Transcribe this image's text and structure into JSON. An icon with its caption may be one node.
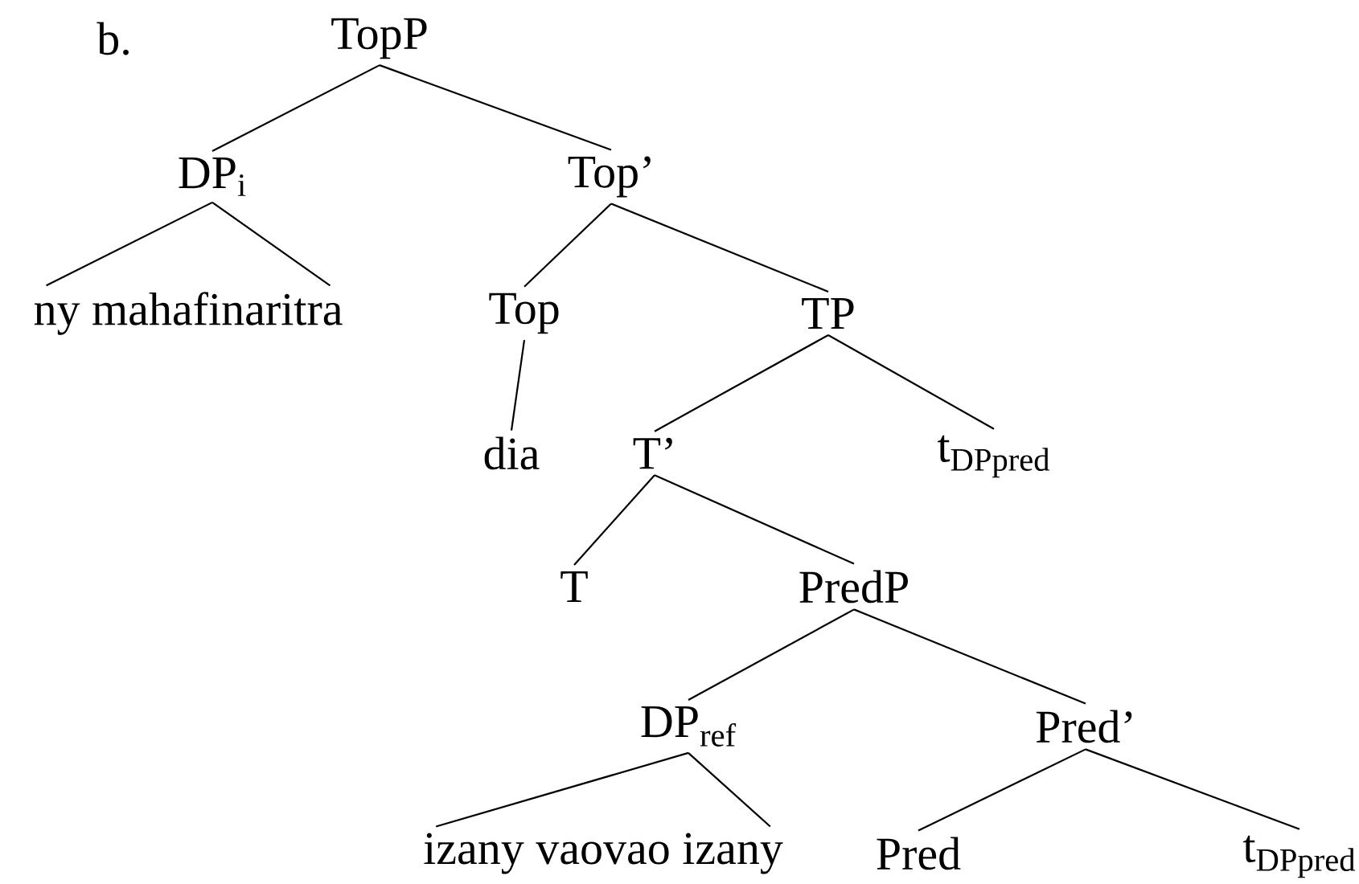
{
  "diagram": {
    "nodes": [
      {
        "text": [
          "TopP"
        ]
      },
      {
        "text": [
          "DP$_{i}$"
        ]
      },
      {
        "text": [
          "Top’"
        ]
      },
      {
        "text": [
          "ny mahafinaritra"
        ]
      },
      {
        "text": [
          "Top"
        ]
      },
      {
        "text": [
          "TP"
        ]
      },
      {
        "text": [
          "dia"
        ]
      },
      {
        "text": [
          "T’"
        ]
      },
      {
        "text": [
          "t$_{DPpred}$"
        ]
      },
      {
        "text": [
          "T"
        ]
      },
      {
        "text": [
          "PredP"
        ]
      },
      {
        "text": [
          "DP$_{ref}$"
        ]
      },
      {
        "text": [
          "Pred’"
        ]
      },
      {
        "text": [
          "izany vaovao izany"
        ]
      },
      {
        "text": [
          "Pred"
        ]
      },
      {
        "text": [
          "t$_{DPpred}$"
        ]
      }
    ],
    "edges": [
      {
        "from": 0,
        "to": 1,
        "arrow": "none"
      },
      {
        "from": 0,
        "to": 2,
        "arrow": "none"
      },
      {
        "from": 1,
        "to": 3,
        "arrow": "none"
      },
      {
        "from": 2,
        "to": 4,
        "arrow": "none"
      },
      {
        "from": 2,
        "to": 5,
        "arrow": "none"
      },
      {
        "from": 4,
        "to": 6,
        "arrow": "none"
      },
      {
        "from": 5,
        "to": 7,
        "arrow": "none"
      },
      {
        "from": 5,
        "to": 8,
        "arrow": "none"
      },
      {
        "from": 7,
        "to": 9,
        "arrow": "none"
      },
      {
        "from": 7,
        "to": 10,
        "arrow": "none"
      },
      {
        "from": 10,
        "to": 11,
        "arrow": "none"
      },
      {
        "from": 10,
        "to": 12,
        "arrow": "none"
      },
      {
        "from": 11,
        "to": 13,
        "arrow": "none"
      },
      {
        "from": 12,
        "to": 14,
        "arrow": "none"
      },
      {
        "from": 12,
        "to": 15,
        "arrow": "none"
      }
    ],
    "labels": [
      "b."
    ]
  }
}
